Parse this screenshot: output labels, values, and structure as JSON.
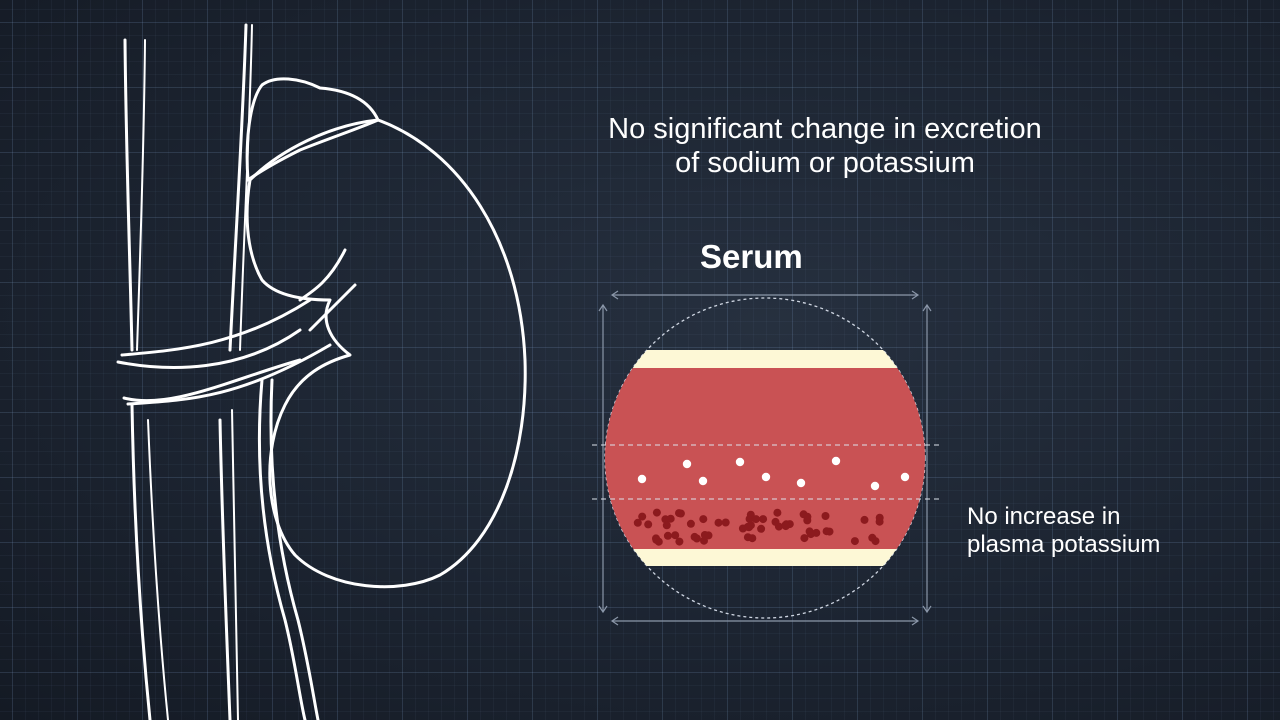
{
  "heading": {
    "line1": "No significant change in excretion",
    "line2": "of sodium or potassium"
  },
  "serum_title": "Serum",
  "note": {
    "line1": "No increase in",
    "line2": "plasma potassium"
  },
  "colors": {
    "background": "#1c2431",
    "plasma_band": "#fdf8d6",
    "blood": "#c95254",
    "blood_dark": "#8c1a1e",
    "particle_light": "#ffffff"
  }
}
